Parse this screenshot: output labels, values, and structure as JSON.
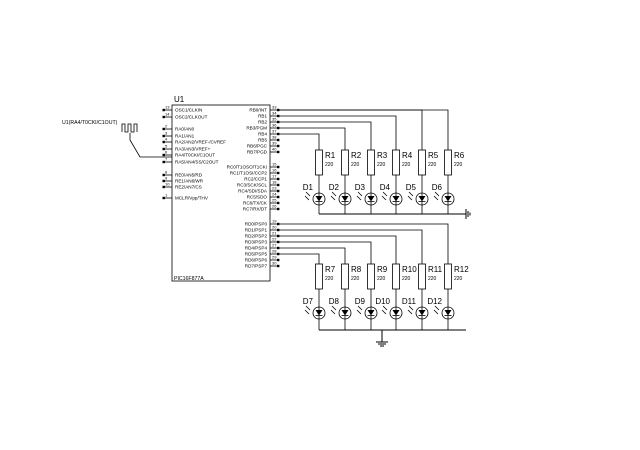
{
  "mcu": {
    "ref": "U1",
    "part": "PIC16F877A",
    "left_pins": [
      {
        "num": "13",
        "name": "OSC1/CLKIN"
      },
      {
        "num": "14",
        "name": "OSC2/CLKOUT"
      },
      {
        "num": "2",
        "name": "RA0/AN0"
      },
      {
        "num": "3",
        "name": "RA1/AN1"
      },
      {
        "num": "4",
        "name": "RA2/AN2/VREF-/CVREF"
      },
      {
        "num": "5",
        "name": "RA3/AN3/VREF+"
      },
      {
        "num": "6",
        "name": "RA4/T0CKI/C1OUT"
      },
      {
        "num": "7",
        "name": "RA5/AN4/SS/C2OUT"
      },
      {
        "num": "8",
        "name": "RE0/AN5/RD"
      },
      {
        "num": "9",
        "name": "RE1/AN6/WR"
      },
      {
        "num": "10",
        "name": "RE2/AN7/CS"
      },
      {
        "num": "1",
        "name": "MCLR/Vpp/THV"
      }
    ],
    "right_pins": [
      {
        "num": "33",
        "name": "RB0/INT"
      },
      {
        "num": "34",
        "name": "RB1"
      },
      {
        "num": "35",
        "name": "RB2"
      },
      {
        "num": "36",
        "name": "RB3/PGM"
      },
      {
        "num": "37",
        "name": "RB4"
      },
      {
        "num": "38",
        "name": "RB5"
      },
      {
        "num": "39",
        "name": "RB6/PGC"
      },
      {
        "num": "40",
        "name": "RB7/PGD"
      },
      {
        "num": "15",
        "name": "RC0/T1OSO/T1CKI"
      },
      {
        "num": "16",
        "name": "RC1/T1OSI/CCP2"
      },
      {
        "num": "17",
        "name": "RC2/CCP1"
      },
      {
        "num": "18",
        "name": "RC3/SCK/SCL"
      },
      {
        "num": "23",
        "name": "RC4/SDI/SDA"
      },
      {
        "num": "24",
        "name": "RC5/SDO"
      },
      {
        "num": "25",
        "name": "RC6/TX/CK"
      },
      {
        "num": "26",
        "name": "RC7/RX/DT"
      },
      {
        "num": "19",
        "name": "RD0/PSP0"
      },
      {
        "num": "20",
        "name": "RD1/PSP1"
      },
      {
        "num": "21",
        "name": "RD2/PSP2"
      },
      {
        "num": "22",
        "name": "RD3/PSP3"
      },
      {
        "num": "27",
        "name": "RD4/PSP4"
      },
      {
        "num": "28",
        "name": "RD5/PSP5"
      },
      {
        "num": "29",
        "name": "RD6/PSP6"
      },
      {
        "num": "30",
        "name": "RD7/PSP7"
      }
    ]
  },
  "signal_source": {
    "label": "U1(RA4/T0CKI/C1OUT)"
  },
  "resistor_value": "220",
  "group_top": {
    "resistors": [
      "R1",
      "R2",
      "R3",
      "R4",
      "R5",
      "R6"
    ],
    "leds": [
      "D1",
      "D2",
      "D3",
      "D4",
      "D5",
      "D6"
    ]
  },
  "group_bottom": {
    "resistors": [
      "R7",
      "R8",
      "R9",
      "R10",
      "R11",
      "R12"
    ],
    "leds": [
      "D7",
      "D8",
      "D9",
      "D10",
      "D11",
      "D12"
    ]
  }
}
